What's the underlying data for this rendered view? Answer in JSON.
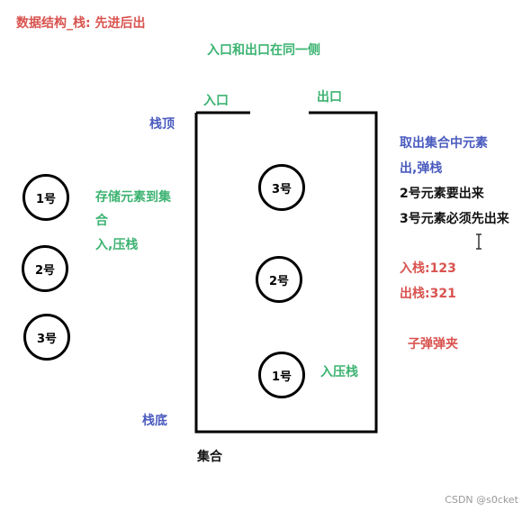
{
  "header": {
    "title": "数据结构_栈: 先进后出"
  },
  "diagram": {
    "subtitle": "入口和出口在同一侧",
    "entrance_label": "入口",
    "exit_label": "出口",
    "stack_top_label": "栈顶",
    "stack_bottom_label": "栈底",
    "container_label": "集合",
    "outside_circles": [
      "1号",
      "2号",
      "3号"
    ],
    "inside_circles": {
      "top": "3号",
      "middle": "2号",
      "bottom": "1号"
    },
    "push_note_inside": "入压栈",
    "left_notes": {
      "line1": "存储元素到集",
      "line2": "合",
      "line3": "入,压栈"
    },
    "right_notes": {
      "pop_line1": "取出集合中元素",
      "pop_line2": "出,弹栈",
      "rule1": "2号元素要出来",
      "rule2": "3号元素必须先出来",
      "push_order": "入栈:123",
      "pop_order": "出栈:321",
      "analogy": "子弹弹夹"
    },
    "cursor_icon": "text-cursor-icon"
  },
  "watermark": "CSDN @s0cket",
  "colors": {
    "red": "#d9534f",
    "green": "#3cb371",
    "blue": "#4a5bbf",
    "black": "#111111"
  }
}
